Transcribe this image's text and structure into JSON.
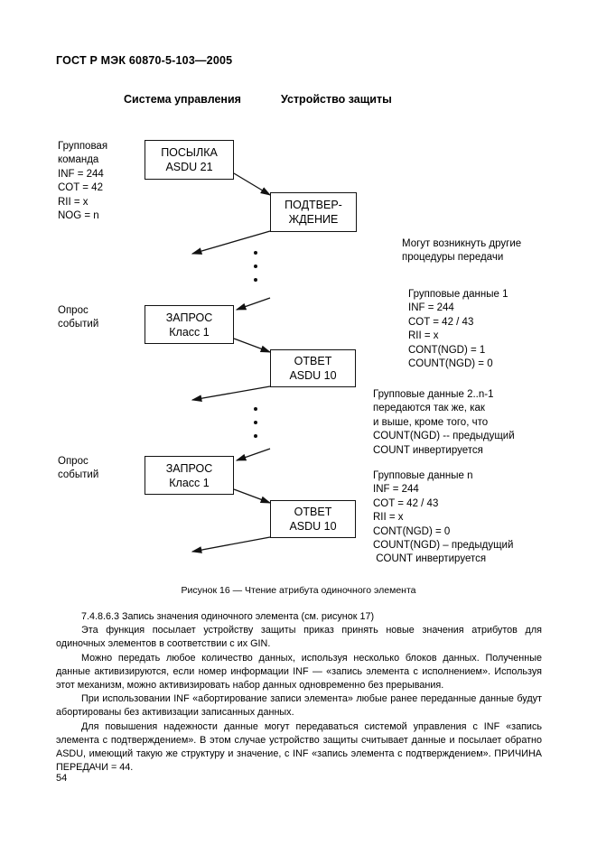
{
  "document": {
    "standard_header": "ГОСТ Р МЭК 60870-5-103—2005",
    "page_number": "54"
  },
  "diagram": {
    "column_titles": {
      "left": "Система управления",
      "right": "Устройство защиты"
    },
    "left_labels": [
      "Групповая\nкоманда\nINF = 244\nCOT = 42\nRII = x\nNOG = n",
      "Опрос\nсобытий",
      "Опрос\nсобытий"
    ],
    "boxes": [
      {
        "line1": "ПОСЫЛКА",
        "line2": "ASDU 21"
      },
      {
        "line1": "ПОДТВЕР-",
        "line2": "ЖДЕНИЕ"
      },
      {
        "line1": "ЗАПРОС",
        "line2": "Класс 1"
      },
      {
        "line1": "ОТВЕТ",
        "line2": "ASDU 10"
      },
      {
        "line1": "ЗАПРОС",
        "line2": "Класс 1"
      },
      {
        "line1": "ОТВЕТ",
        "line2": "ASDU 10"
      }
    ],
    "right_notes": [
      "Могут возникнуть другие\nпроцедуры передачи",
      "Групповые данные 1\nINF = 244\nCOT = 42 / 43\nRII = x\nCONT(NGD) = 1\nCOUNT(NGD) = 0",
      "Групповые данные 2..n-1\nпередаются так же, как\nи выше, кроме того, что\nCOUNT(NGD) -- предыдущий\nCOUNT инвертируется",
      "Групповые данные n\nINF = 244\nCOT = 42 / 43\nRII = x\nCONT(NGD) = 0\nCOUNT(NGD) – предыдущий\n COUNT инвертируется"
    ],
    "caption": "Рисунок 16 — Чтение атрибута одиночного элемента"
  },
  "text": {
    "heading": "7.4.8.6.3  Запись значения одиночного элемента (см. рисунок 17)",
    "p1": "Эта функция посылает устройству защиты приказ принять новые значения атрибутов для одиночных элементов в соответствии с их GIN.",
    "p2": "Можно передать любое количество данных, используя несколько блоков данных. Полученные данные активизируются, если номер информации INF — «запись элемента с исполнением». Используя этот механизм, можно активизировать набор данных одновременно без прерывания.",
    "p3": "При использовании INF «абортирование записи элемента» любые ранее переданные данные будут абортированы без активизации записанных данных.",
    "p4": "Для повышения надежности данные могут передаваться системой управления с INF «запись элемента с подтверждением». В этом случае устройство защиты считывает данные и посылает обратно ASDU, имеющий такую же структуру и значение, с INF «запись элемента с подтверждением». ПРИЧИНА ПЕРЕДАЧИ = 44."
  }
}
